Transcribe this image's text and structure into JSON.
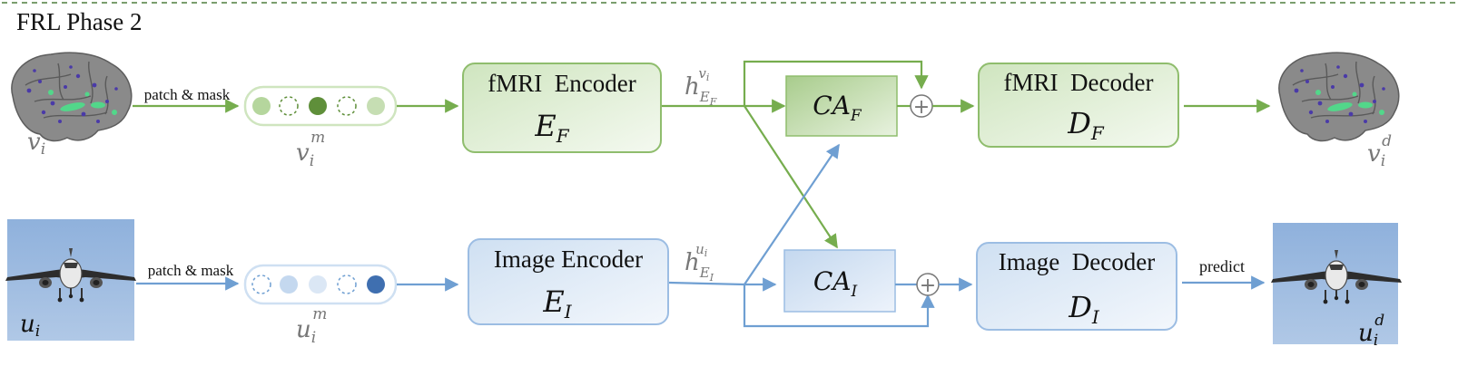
{
  "title": "FRL Phase 2",
  "edge_labels": {
    "patch_mask_top": "patch & mask",
    "patch_mask_bottom": "patch & mask",
    "predict": "predict"
  },
  "fmri_encoder": {
    "name": "fMRI  Encoder",
    "symbol": "E",
    "sub": "F"
  },
  "image_encoder": {
    "name": "Image Encoder",
    "symbol": "E",
    "sub": "I"
  },
  "fmri_decoder": {
    "name": "fMRI  Decoder",
    "symbol": "D",
    "sub": "F"
  },
  "image_decoder": {
    "name": "Image  Decoder",
    "symbol": "D",
    "sub": "I"
  },
  "ca_f": {
    "symbol": "CA",
    "sub": "F"
  },
  "ca_i": {
    "symbol": "CA",
    "sub": "I"
  },
  "h_f": {
    "symbol": "h",
    "sub": "E",
    "subsub": "F",
    "sup": "v",
    "supsub": "i"
  },
  "h_i": {
    "symbol": "h",
    "sub": "E",
    "subsub": "I",
    "sup": "u",
    "supsub": "i"
  },
  "vars": {
    "v_in": {
      "base": "v",
      "sub": "i"
    },
    "v_mask": {
      "base": "v",
      "sub": "i",
      "sup": "m"
    },
    "v_out": {
      "base": "v",
      "sub": "i",
      "sup": "d"
    },
    "u_in": {
      "base": "u",
      "sub": "i"
    },
    "u_mask": {
      "base": "u",
      "sub": "i",
      "sup": "m"
    },
    "u_out": {
      "base": "u",
      "sub": "i",
      "sup": "d"
    }
  },
  "plus_symbol": "+",
  "colors": {
    "green": "#76ad4e",
    "green_dark": "#5f8f3a",
    "green_fill": "#cfe5bf",
    "green_light": "#eef6e8",
    "blue": "#6f9fd2",
    "blue_dark": "#3f6fb0",
    "blue_fill": "#cfe0f2",
    "blue_light": "#eef4fb",
    "text": "#111111",
    "gray_text": "#777777",
    "dash": "#4f7f3f"
  }
}
